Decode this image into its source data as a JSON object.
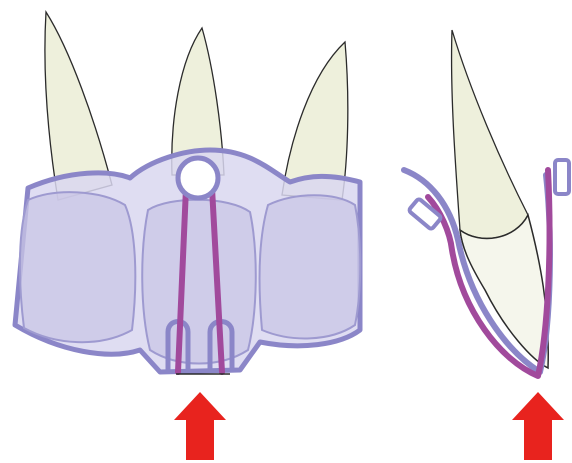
{
  "diagram": {
    "views": [
      {
        "id": "front-view",
        "teeth": 3,
        "splint_ring": true,
        "clasp_loops": 2
      },
      {
        "id": "side-view",
        "teeth": 1,
        "clasp_tabs": 2
      }
    ],
    "arrows": [
      {
        "id": "front-arrow",
        "direction": "up"
      },
      {
        "id": "side-arrow",
        "direction": "up"
      }
    ],
    "colors": {
      "root": "#eef0dc",
      "root_stroke": "#2b2b2b",
      "splint_fill": "#d9d7f0",
      "splint_stroke": "#8b86c8",
      "crown_fill": "#c9c6e6",
      "wire": "#a14a9c",
      "arrow": "#e8231e",
      "side_crown": "#f5f6ec"
    }
  }
}
